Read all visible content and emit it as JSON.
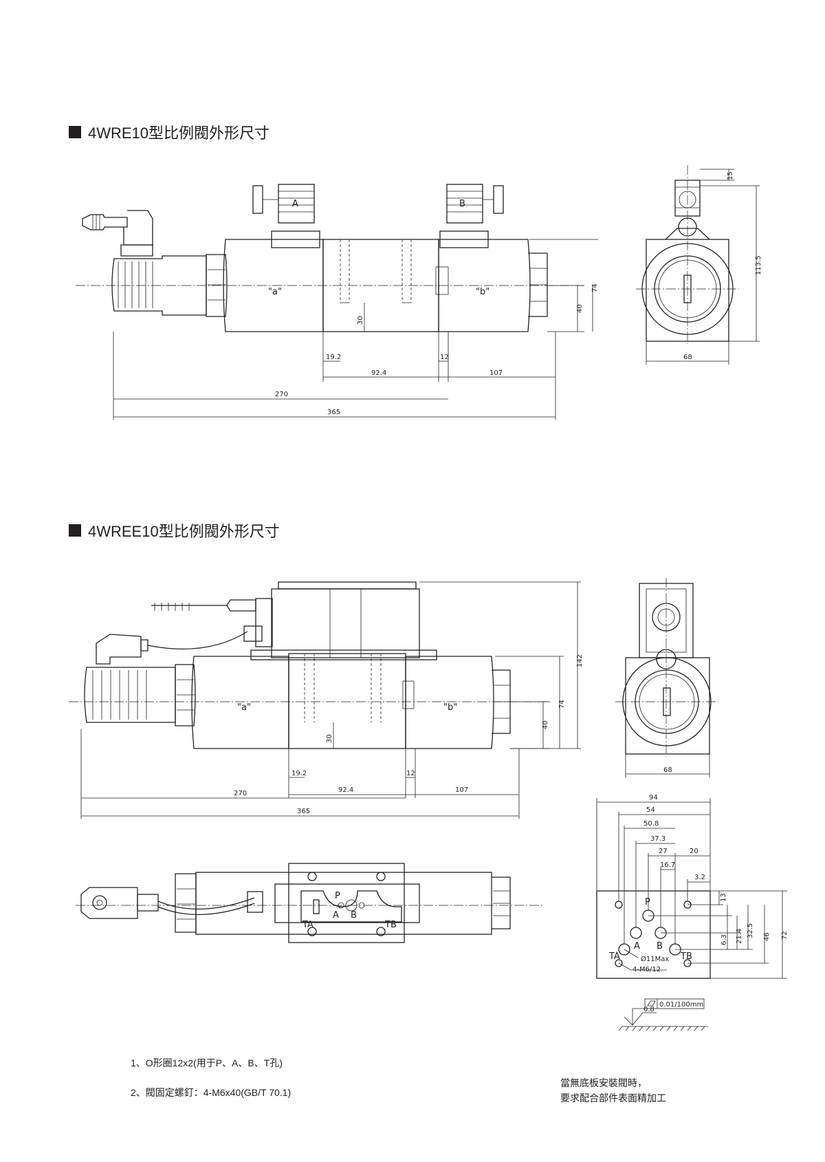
{
  "section1": {
    "title": "4WRE10型比例閥外形尺寸"
  },
  "section2": {
    "title": "4WREE10型比例閥外形尺寸"
  },
  "labels": {
    "a": "\"a\"",
    "b": "\"b\"",
    "A": "A",
    "B": "B",
    "P": "P",
    "TA": "TA",
    "TB": "TB"
  },
  "dims1": {
    "d15": "15",
    "d113_5": "113.5",
    "d74": "74",
    "d40": "40",
    "d30": "30",
    "d19_2": "19.2",
    "d12": "12",
    "d92_4": "92.4",
    "d107": "107",
    "d270": "270",
    "d365": "365",
    "d68": "68"
  },
  "dims2": {
    "d142": "142",
    "d74": "74",
    "d40": "40",
    "d30": "30",
    "d19_2": "19.2",
    "d12": "12",
    "d92_4": "92.4",
    "d107": "107",
    "d270": "270",
    "d365": "365",
    "d68": "68"
  },
  "subplate": {
    "d94": "94",
    "d54": "54",
    "d50_8": "50.8",
    "d37_3": "37.3",
    "d27": "27",
    "d20": "20",
    "d16_7": "16.7",
    "d3_2": "3.2",
    "d13": "13",
    "d6_3": "6.3",
    "d21_4": "21.4",
    "d32_5": "32.5",
    "d46": "46",
    "d72": "72",
    "hole": "Ø11Max",
    "thread": "4-M6/12",
    "flatness": "0.01/100mm",
    "roughness": "0.8"
  },
  "notes": [
    "1、O形圈12x2(用于P、A、B、T孔)",
    "2、閥固定螺釘：4-M6x40(GB/T 70.1)"
  ],
  "remark": [
    "當無底板安裝閥時，",
    "要求配合部件表面精加工"
  ]
}
